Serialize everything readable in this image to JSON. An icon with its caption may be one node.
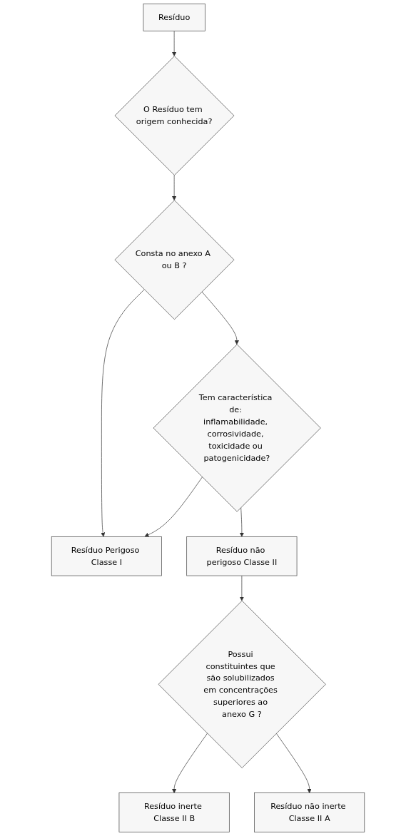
{
  "diagram": {
    "nodes": [
      {
        "text": [
          "Resíduo"
        ]
      },
      {
        "text": [
          "O Resíduo tem origem conhecida?"
        ]
      },
      {
        "text": [
          "Consta no anexo A ou B ?"
        ]
      },
      {
        "text": [
          "Tem característica de: inflamabilidade, corrosividade, toxicidade ou patogenicidade?"
        ]
      },
      {
        "text": [
          "Resíduo Perigoso Classe I"
        ]
      },
      {
        "text": [
          "Resíduo não perigoso Classe II"
        ]
      },
      {
        "text": [
          "Possui constituintes que são solubilizados em concentrações superiores ao anexo G ?"
        ]
      },
      {
        "text": [
          "Resíduo inerte Classe II B"
        ]
      },
      {
        "text": [
          "Resíduo não inerte Classe II A"
        ]
      }
    ],
    "edges": [
      {
        "from": 0,
        "to": 1,
        "arrow": "to"
      },
      {
        "from": 1,
        "to": 2,
        "arrow": "to"
      },
      {
        "from": 2,
        "to": 4,
        "arrow": "to"
      },
      {
        "from": 2,
        "to": 3,
        "arrow": "to"
      },
      {
        "from": 3,
        "to": 4,
        "arrow": "to"
      },
      {
        "from": 3,
        "to": 5,
        "arrow": "to"
      },
      {
        "from": 5,
        "to": 6,
        "arrow": "to"
      },
      {
        "from": 6,
        "to": 7,
        "arrow": "to"
      },
      {
        "from": 6,
        "to": 8,
        "arrow": "to"
      }
    ]
  }
}
